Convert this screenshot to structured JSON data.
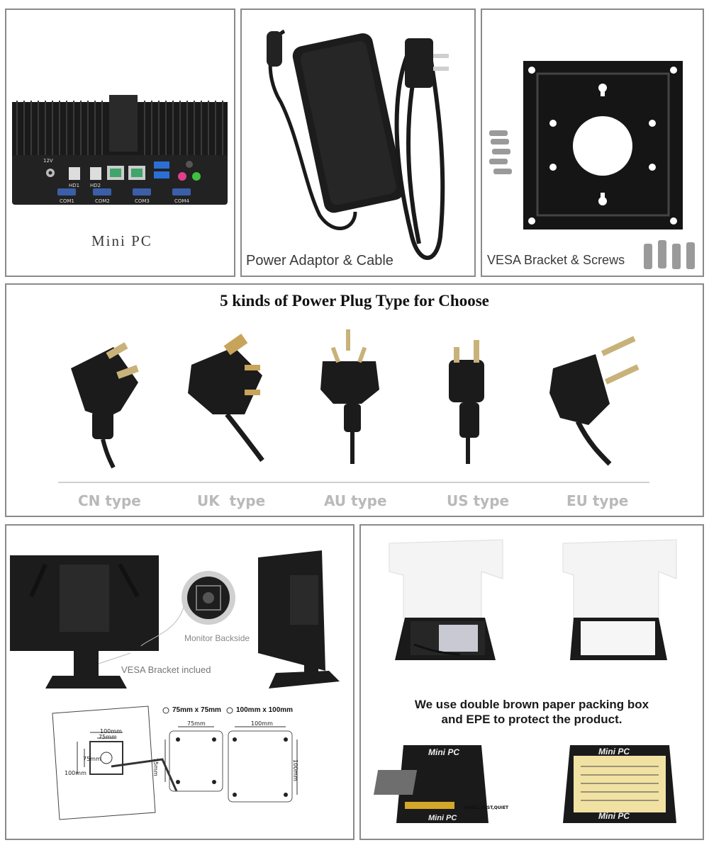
{
  "top_row": {
    "mini_pc_caption": "Mini PC",
    "mini_pc_port_labels": [
      "12V",
      "HD1",
      "HD2",
      "COM1",
      "COM2",
      "COM3",
      "COM4"
    ],
    "power_caption": "Power Adaptor & Cable",
    "vesa_caption": "VESA Bracket & Screws"
  },
  "plugs": {
    "title": "5 kinds of Power Plug Type for Choose",
    "types": [
      "CN type",
      "UK  type",
      "AU type",
      "US type",
      "EU type"
    ]
  },
  "mount": {
    "monitor_backside": "Monitor Backside",
    "vesa_included": "VESA Bracket inclued",
    "option_75": "75mm x 75mm",
    "option_100": "100mm x 100mm",
    "dim_75": "75mm",
    "dim_100": "100mm"
  },
  "packing": {
    "message_line1": "We use double brown paper packing box",
    "message_line2": "and EPE to protect the product.",
    "box_label": "Mini PC",
    "box_tagline": "SMALL,FAST,QUIET"
  },
  "colors": {
    "panel_border": "#8a8a8a",
    "plug_label": "#b9b9b9",
    "device_black": "#1c1c1c",
    "accent_blue": "#2b6fd6",
    "accent_pink": "#e0408a",
    "accent_green": "#3fbf3f",
    "box_gold": "#d4a62a"
  }
}
